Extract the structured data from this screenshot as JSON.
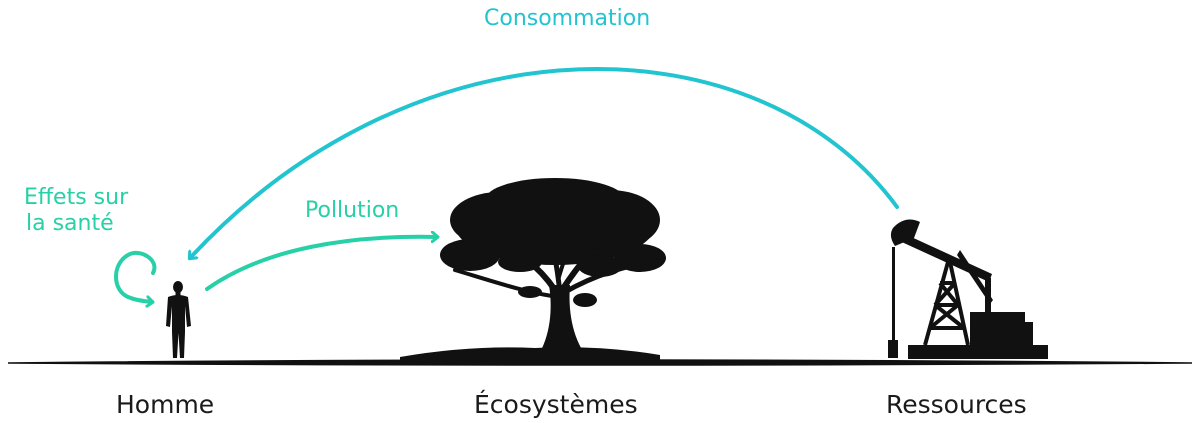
{
  "labels": {
    "consumption": "Consommation",
    "health_line1": "Effets sur",
    "health_line2": "la santé",
    "pollution": "Pollution",
    "human": "Homme",
    "ecosystems": "Écosystèmes",
    "resources": "Ressources"
  },
  "colors": {
    "consumption_arrow": "#22c4cf",
    "pollution_arrow": "#27d0a6",
    "health_arrow": "#27d0a6",
    "silhouette": "#111111"
  },
  "icons": [
    "person-silhouette-icon",
    "tree-silhouette-icon",
    "oil-pumpjack-icon"
  ]
}
